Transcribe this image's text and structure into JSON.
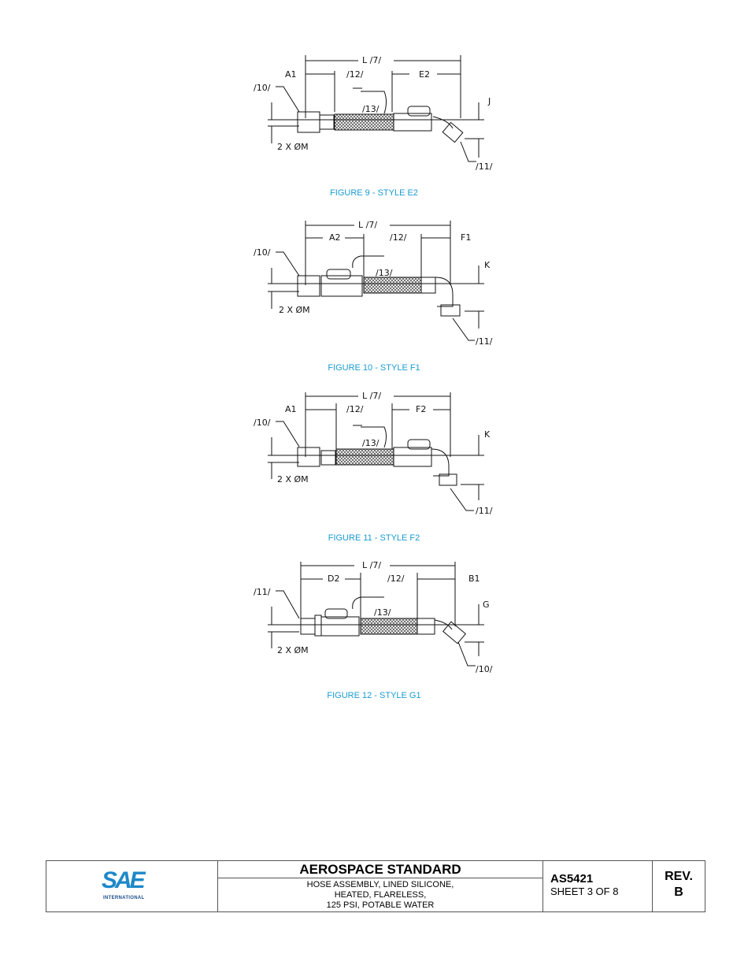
{
  "figures": [
    {
      "caption": "FIGURE 9 - STYLE E2",
      "labels": {
        "length": "L /7/",
        "left_dim": "A1",
        "right_dim": "E2",
        "wire": "/12/",
        "connector": "/13/",
        "left_fitting": "/10/",
        "right_fitting": "/11/",
        "offset": "J",
        "diameter": "2 X ØM"
      }
    },
    {
      "caption": "FIGURE 10 - STYLE F1",
      "labels": {
        "length": "L /7/",
        "left_dim": "A2",
        "right_dim": "F1",
        "wire": "/12/",
        "connector": "/13/",
        "left_fitting": "/10/",
        "right_fitting": "/11/",
        "offset": "K",
        "diameter": "2 X ØM"
      }
    },
    {
      "caption": "FIGURE 11 - STYLE F2",
      "labels": {
        "length": "L /7/",
        "left_dim": "A1",
        "right_dim": "F2",
        "wire": "/12/",
        "connector": "/13/",
        "left_fitting": "/10/",
        "right_fitting": "/11/",
        "offset": "K",
        "diameter": "2 X ØM"
      }
    },
    {
      "caption": "FIGURE 12 - STYLE G1",
      "labels": {
        "length": "L /7/",
        "left_dim": "D2",
        "right_dim": "B1",
        "wire": "/12/",
        "connector": "/13/",
        "left_fitting": "/11/",
        "right_fitting": "/10/",
        "offset": "G",
        "diameter": "2 X ØM"
      }
    }
  ],
  "title_block": {
    "logo_text": "SAE",
    "logo_sub": "INTERNATIONAL",
    "heading": "AEROSPACE STANDARD",
    "description_lines": [
      "HOSE ASSEMBLY, LINED SILICONE,",
      "HEATED, FLARELESS,",
      "125 PSI, POTABLE WATER"
    ],
    "doc_number": "AS5421",
    "sheet": "SHEET 3 OF 8",
    "rev_label": "REV.",
    "rev_value": "B"
  },
  "colors": {
    "caption": "#1a9bd0",
    "logo_blue": "#1e88c9",
    "logo_dark": "#1b4e8c"
  }
}
